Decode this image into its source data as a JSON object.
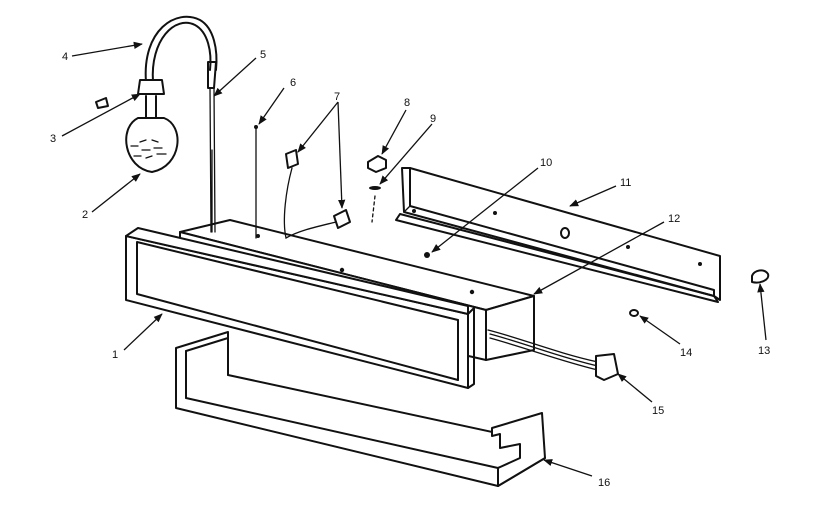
{
  "callouts": [
    {
      "id": "1",
      "text": "1"
    },
    {
      "id": "2",
      "text": "2"
    },
    {
      "id": "3",
      "text": "3"
    },
    {
      "id": "4",
      "text": "4"
    },
    {
      "id": "5",
      "text": "5"
    },
    {
      "id": "6",
      "text": "6"
    },
    {
      "id": "7",
      "text": "7"
    },
    {
      "id": "8",
      "text": "8"
    },
    {
      "id": "9",
      "text": "9"
    },
    {
      "id": "10",
      "text": "10"
    },
    {
      "id": "11",
      "text": "11"
    },
    {
      "id": "12",
      "text": "12"
    },
    {
      "id": "13",
      "text": "13"
    },
    {
      "id": "14",
      "text": "14"
    },
    {
      "id": "15",
      "text": "15"
    },
    {
      "id": "16",
      "text": "16"
    }
  ],
  "colors": {
    "line": "#111111",
    "background": "#ffffff"
  }
}
